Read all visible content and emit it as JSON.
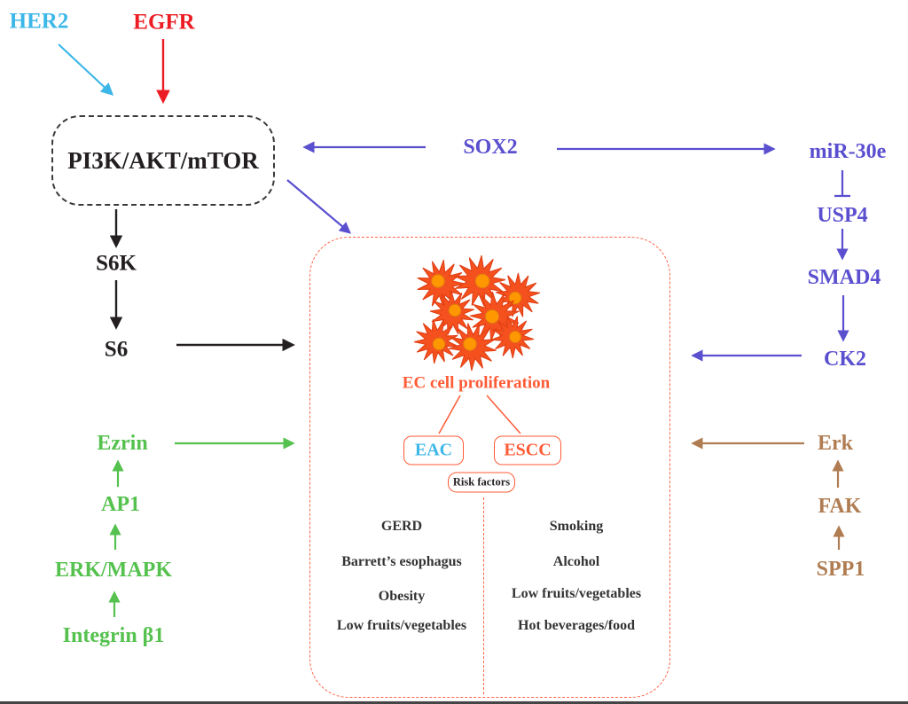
{
  "colors": {
    "her2_cyan": "#3db7e8",
    "egfr_red": "#ec1c24",
    "black": "#231f20",
    "purple": "#5a4fcf",
    "green": "#55c14e",
    "brown": "#b07d52",
    "tomato": "#ff5b36",
    "cell_body": "#f4511e",
    "cell_nucleus": "#ff9800"
  },
  "nodes": {
    "her2": "HER2",
    "egfr": "EGFR",
    "pi3k": "PI3K/AKT/mTOR",
    "sox2": "SOX2",
    "mir30e": "miR-30e",
    "usp4": "USP4",
    "smad4": "SMAD4",
    "ck2": "CK2",
    "s6k": "S6K",
    "s6": "S6",
    "ezrin": "Ezrin",
    "ap1": "AP1",
    "erk_mapk": "ERK/MAPK",
    "integrin_b1": "Integrin β1",
    "erk": "Erk",
    "fak": "FAK",
    "spp1": "SPP1"
  },
  "center": {
    "proliferation": "EC cell proliferation",
    "eac": "EAC",
    "escc": "ESCC",
    "risk_factors_label": "Risk factors",
    "eac_risks": [
      "GERD",
      "Barrett’s esophagus",
      "Obesity",
      "Low fruits/vegetables"
    ],
    "escc_risks": [
      "Smoking",
      "Alcohol",
      "Low fruits/vegetables",
      "Hot beverages/food"
    ]
  }
}
